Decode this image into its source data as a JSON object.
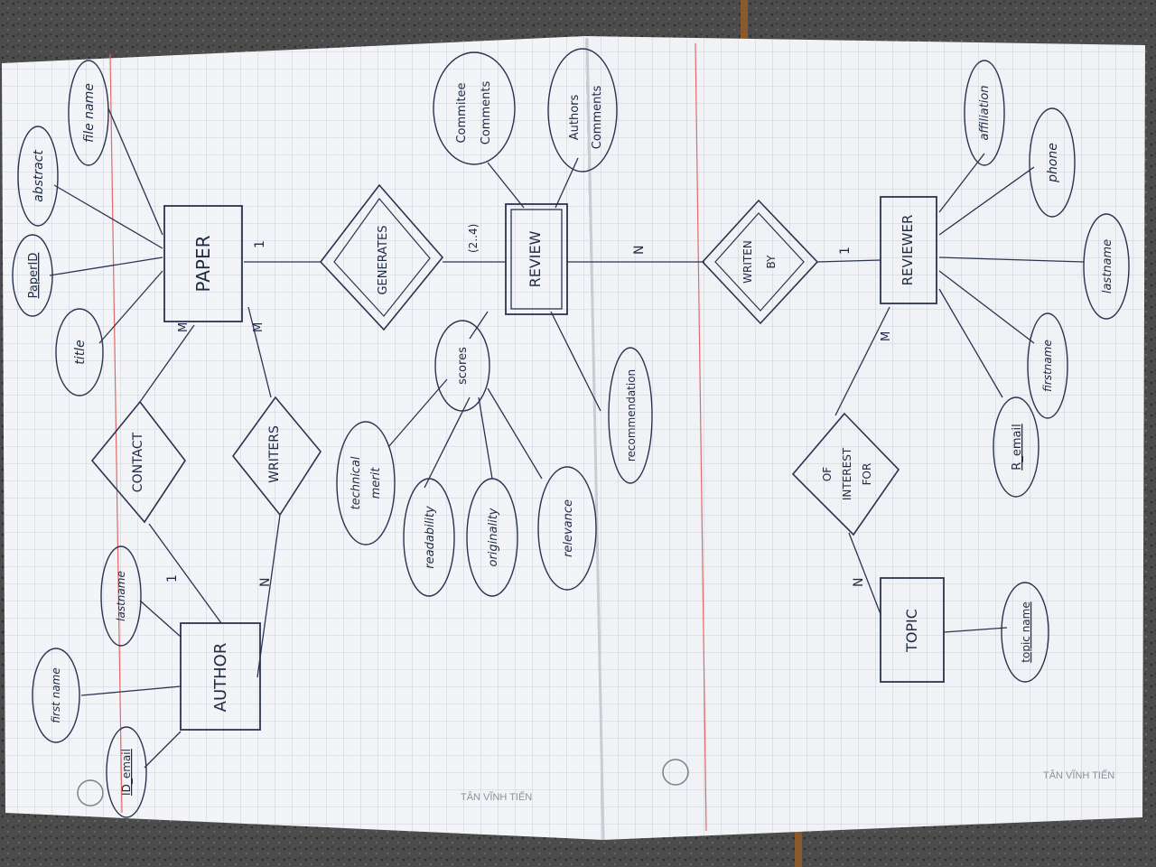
{
  "paper": {
    "left_brand": "TÂN VĨNH TIẾN",
    "right_brand": "TÂN VĨNH TIẾN"
  },
  "entities": {
    "paper": "PAPER",
    "author": "AUTHOR",
    "review": "REVIEW",
    "reviewer": "REVIEWER",
    "topic": "TOPIC"
  },
  "relationships": {
    "contact": "CONTACT",
    "writers": "WRITERS",
    "generates": "GENERATES",
    "written_by_1": "WRITEN",
    "written_by_2": "BY",
    "of_interest_1": "OF",
    "of_interest_2": "INTEREST",
    "of_interest_3": "FOR"
  },
  "attributes": {
    "file_name": "file name",
    "abstract": "abstract",
    "paper_id": "PaperID",
    "title": "title",
    "committee_1": "Commitee",
    "committee_2": "Comments",
    "authors_1": "Authors",
    "authors_2": "Comments",
    "scores": "scores",
    "technical_1": "technical",
    "technical_2": "merit",
    "readability": "readability",
    "originality": "originality",
    "relevance": "relevance",
    "recommendation": "recommendation",
    "first_name": "first name",
    "last_name": "lastname",
    "id_email": "ID_email",
    "affiliation": "affiliation",
    "phone": "phone",
    "r_lastname": "lastname",
    "r_firstname": "firstname",
    "r_email": "R_email",
    "topic_name": "topic name"
  },
  "cardinalities": {
    "paper_generates": "1",
    "review_limit": "(2..4)",
    "review_n": "N",
    "reviewer_1": "1",
    "paper_contact_m": "M",
    "paper_writers_m": "M",
    "author_contact": "1",
    "author_writers": "N",
    "reviewer_m": "M",
    "topic_n": "N"
  }
}
